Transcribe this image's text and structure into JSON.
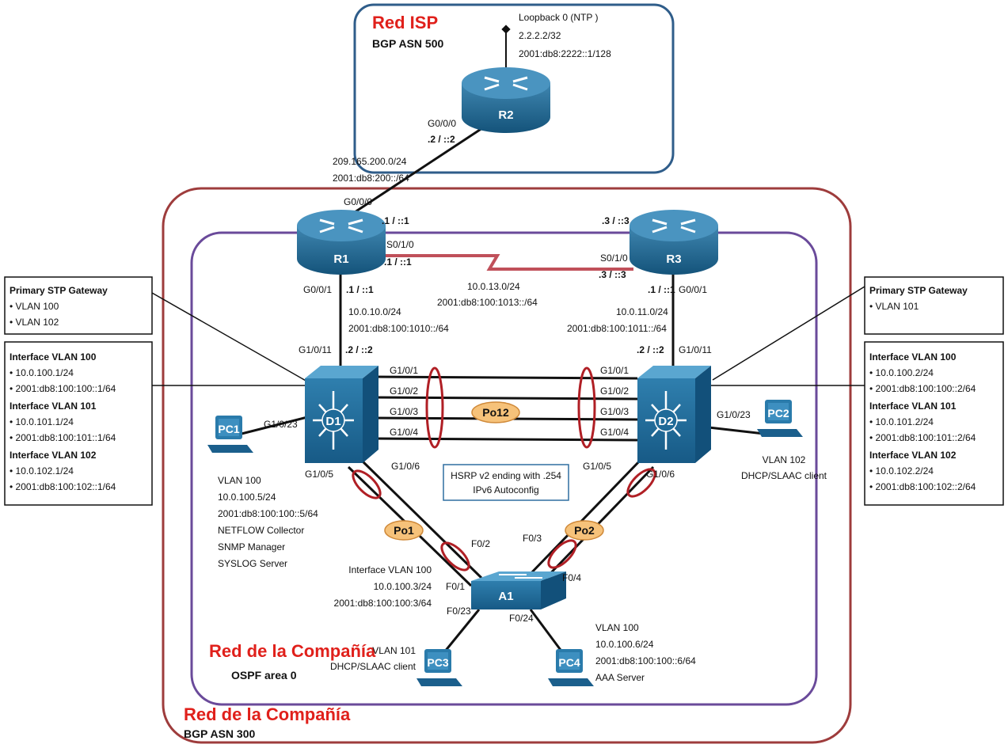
{
  "regions": {
    "isp": {
      "title": "Red ISP",
      "subtitle": "BGP ASN 500"
    },
    "company_outer": {
      "title": "Red de la Compañía",
      "subtitle": "BGP ASN 300"
    },
    "company_inner": {
      "title": "Red de la Compañía",
      "subtitle": "OSPF area 0"
    }
  },
  "devices": {
    "r1": "R1",
    "r2": "R2",
    "r3": "R3",
    "d1": "D1",
    "d2": "D2",
    "a1": "A1",
    "pc1": "PC1",
    "pc2": "PC2",
    "pc3": "PC3",
    "pc4": "PC4"
  },
  "loopback": {
    "line1": "Loopback 0 (NTP )",
    "line2": "2.2.2.2/32",
    "line3": "2001:db8:2222::1/128"
  },
  "links": {
    "r2_if": "G0/0/0",
    "r2_addr": ".2 / ::2",
    "isp_net_v4": "209.165.200.0/24",
    "isp_net_v6": "2001:db8:200::/64",
    "r1_g000": "G0/0/0",
    "r1_g000_addr": ".1 / ::1",
    "r3_top_addr": ".3 / ::3",
    "r1_s010": "S0/1/0",
    "r1_s010_addr": ".1 / ::1",
    "r3_s010": "S0/1/0",
    "r3_s010_addr": ".3 / ::3",
    "serial_net_v4": "10.0.13.0/24",
    "serial_net_v6": "2001:db8:100:1013::/64",
    "r1_g001": "G0/0/1",
    "r1_g001_addr": ".1 / ::1",
    "r1d1_net_v4": "10.0.10.0/24",
    "r1d1_net_v6": "2001:db8:100:1010::/64",
    "d1_g1011": "G1/0/11",
    "d1_g1011_addr": ".2 / ::2",
    "r3_g001": "G0/0/1",
    "r3_g001_addr": ".1 / ::1",
    "r3d2_net_v4": "10.0.11.0/24",
    "r3d2_net_v6": "2001:db8:100:1011::/64",
    "d2_g1011": "G1/0/11",
    "d2_g1011_addr": ".2 / ::2",
    "d1_p1": "G1/0/1",
    "d1_p2": "G1/0/2",
    "d1_p3": "G1/0/3",
    "d1_p4": "G1/0/4",
    "d2_p1": "G1/0/1",
    "d2_p2": "G1/0/2",
    "d2_p3": "G1/0/3",
    "d2_p4": "G1/0/4",
    "d1_g1023": "G1/0/23",
    "d2_g1023": "G1/0/23",
    "d1_g106": "G1/0/6",
    "d1_g105": "G1/0/5",
    "d2_g105": "G1/0/5",
    "d2_g106": "G1/0/6",
    "a1_f02": "F0/2",
    "a1_f01": "F0/1",
    "a1_f03": "F0/3",
    "a1_f04": "F0/4",
    "a1_f023": "F0/23",
    "a1_f024": "F0/24"
  },
  "portchannels": {
    "po12": "Po12",
    "po1": "Po1",
    "po2": "Po2"
  },
  "hsrp": {
    "line1": "HSRP v2 ending with .254",
    "line2": "IPv6 Autoconfig"
  },
  "left_boxes": {
    "stp": {
      "title": "Primary STP Gateway",
      "items": [
        "VLAN 100",
        "VLAN 102"
      ]
    },
    "svi": [
      {
        "title": "Interface VLAN 100",
        "items": [
          "10.0.100.1/24",
          "2001:db8:100:100::1/64"
        ]
      },
      {
        "title": "Interface VLAN 101",
        "items": [
          "10.0.101.1/24",
          "2001:db8:100:101::1/64"
        ]
      },
      {
        "title": "Interface VLAN 102",
        "items": [
          "10.0.102.1/24",
          "2001:db8:100:102::1/64"
        ]
      }
    ]
  },
  "right_boxes": {
    "stp": {
      "title": "Primary STP Gateway",
      "items": [
        "VLAN 101"
      ]
    },
    "svi": [
      {
        "title": "Interface VLAN 100",
        "items": [
          "10.0.100.2/24",
          "2001:db8:100:100::2/64"
        ]
      },
      {
        "title": "Interface VLAN 101",
        "items": [
          "10.0.101.2/24",
          "2001:db8:100:101::2/64"
        ]
      },
      {
        "title": "Interface VLAN 102",
        "items": [
          "10.0.102.2/24",
          "2001:db8:100:102::2/64"
        ]
      }
    ]
  },
  "pc1_info": [
    "VLAN 100",
    "10.0.100.5/24",
    "2001:db8:100:100::5/64",
    "NETFLOW Collector",
    "SNMP Manager",
    "SYSLOG Server"
  ],
  "pc2_info": [
    "VLAN 102",
    "DHCP/SLAAC client"
  ],
  "pc3_info": [
    "VLAN 101",
    "DHCP/SLAAC client"
  ],
  "pc4_info": [
    "VLAN 100",
    "10.0.100.6/24",
    "2001:db8:100:100::6/64",
    "AAA Server"
  ],
  "a1_info": [
    "Interface VLAN 100",
    "10.0.100.3/24",
    "2001:db8:100:100:3/64"
  ]
}
